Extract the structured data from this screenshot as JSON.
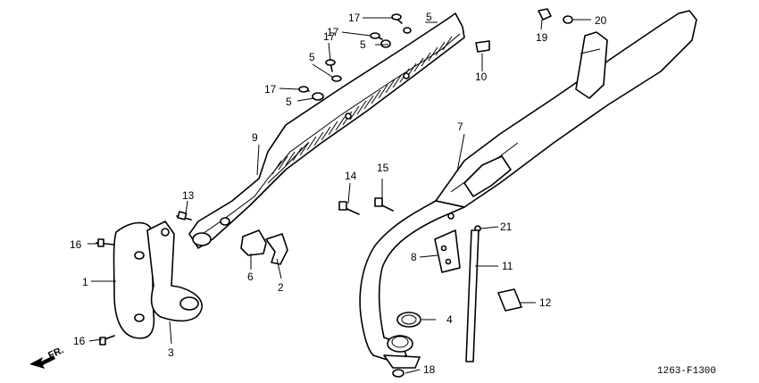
{
  "diagram": {
    "drawing_code": "1263-F1300",
    "front_label": "FR.",
    "callouts": [
      {
        "id": "1",
        "label": "1"
      },
      {
        "id": "2",
        "label": "2"
      },
      {
        "id": "3",
        "label": "3"
      },
      {
        "id": "4",
        "label": "4"
      },
      {
        "id": "5a",
        "label": "5"
      },
      {
        "id": "5b",
        "label": "5"
      },
      {
        "id": "5c",
        "label": "5"
      },
      {
        "id": "5d",
        "label": "5"
      },
      {
        "id": "6",
        "label": "6"
      },
      {
        "id": "7",
        "label": "7"
      },
      {
        "id": "8",
        "label": "8"
      },
      {
        "id": "9",
        "label": "9"
      },
      {
        "id": "10",
        "label": "10"
      },
      {
        "id": "11",
        "label": "11"
      },
      {
        "id": "12",
        "label": "12"
      },
      {
        "id": "13",
        "label": "13"
      },
      {
        "id": "14",
        "label": "14"
      },
      {
        "id": "15",
        "label": "15"
      },
      {
        "id": "16a",
        "label": "16"
      },
      {
        "id": "16b",
        "label": "16"
      },
      {
        "id": "17a",
        "label": "17"
      },
      {
        "id": "17b",
        "label": "17"
      },
      {
        "id": "17c",
        "label": "17"
      },
      {
        "id": "17d",
        "label": "17"
      },
      {
        "id": "18",
        "label": "18"
      },
      {
        "id": "19",
        "label": "19"
      },
      {
        "id": "20",
        "label": "20"
      },
      {
        "id": "21",
        "label": "21"
      }
    ]
  }
}
